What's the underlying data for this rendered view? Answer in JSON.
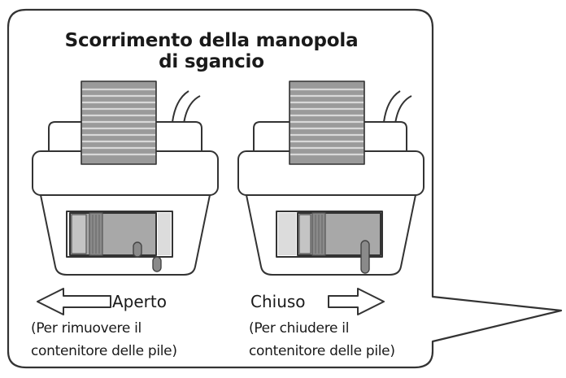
{
  "callout": {
    "title_line1": "Scorrimento della manopola",
    "title_line2": "di sgancio"
  },
  "left_panel": {
    "state_label": "Aperto",
    "note_line1": "(Per rimuovere il",
    "note_line2": "contenitore delle pile)",
    "arrow_direction": "left"
  },
  "right_panel": {
    "state_label": "Chiuso",
    "note_line1": "(Per chiudere il",
    "note_line2": "contenitore delle pile)",
    "arrow_direction": "right"
  },
  "colors": {
    "outline": "#333333",
    "knob_dark": "#8a8a8a",
    "knob_mid": "#a8a8a8",
    "slot_light": "#dcdcdc"
  }
}
